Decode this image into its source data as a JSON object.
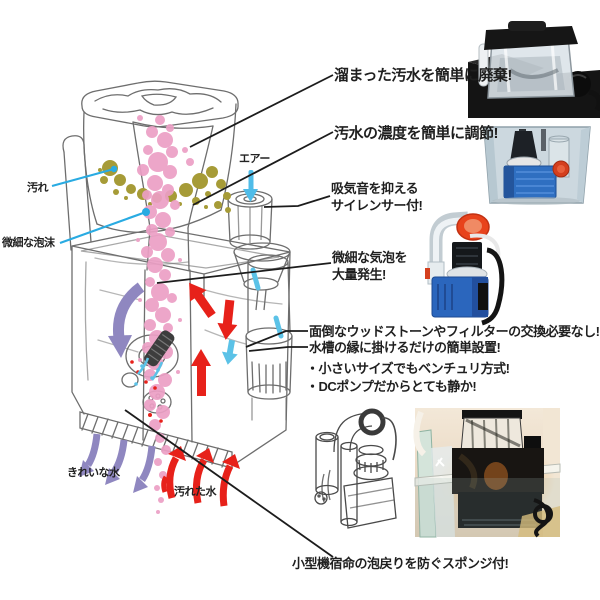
{
  "product_diagram": {
    "part_labels": {
      "dirt": "汚れ",
      "foam": "微細な泡沫",
      "air": "エアー",
      "clean_water": "きれいな水",
      "dirty_water": "汚れた水"
    },
    "callouts": {
      "drain": "溜まった汚水を簡単に廃棄!",
      "adjust": "汚水の濃度を簡単に調節!",
      "silencer_line1": "吸気音を抑える",
      "silencer_line2": "サイレンサー付!",
      "bubbles_line1": "微細な気泡を",
      "bubbles_line2": "大量発生!",
      "no_woodstone": "面倒なウッドストーンやフィルターの交換必要なし!",
      "easy_setup": "水槽の縁に掛けるだけの簡単設置!",
      "venturi": "・小さいサイズでもベンチュリ方式!",
      "dc_pump": "・DCポンプだからとても静か!",
      "sponge": "小型機宿命の泡戻りを防ぐスポンジ付!"
    },
    "colors": {
      "foam_pink": "#ec9fc5",
      "dirt_olive": "#a69b37",
      "leader_cyan": "#29abe2",
      "air_cyan": "#4fbce8",
      "arrow_red": "#e7211a",
      "arrow_purple": "#8f87c0",
      "outline_gray": "#6e6e6e",
      "text_black": "#1f1f1f",
      "pump_blue": "#2f6fc1",
      "cap_orange": "#e8431c"
    }
  }
}
